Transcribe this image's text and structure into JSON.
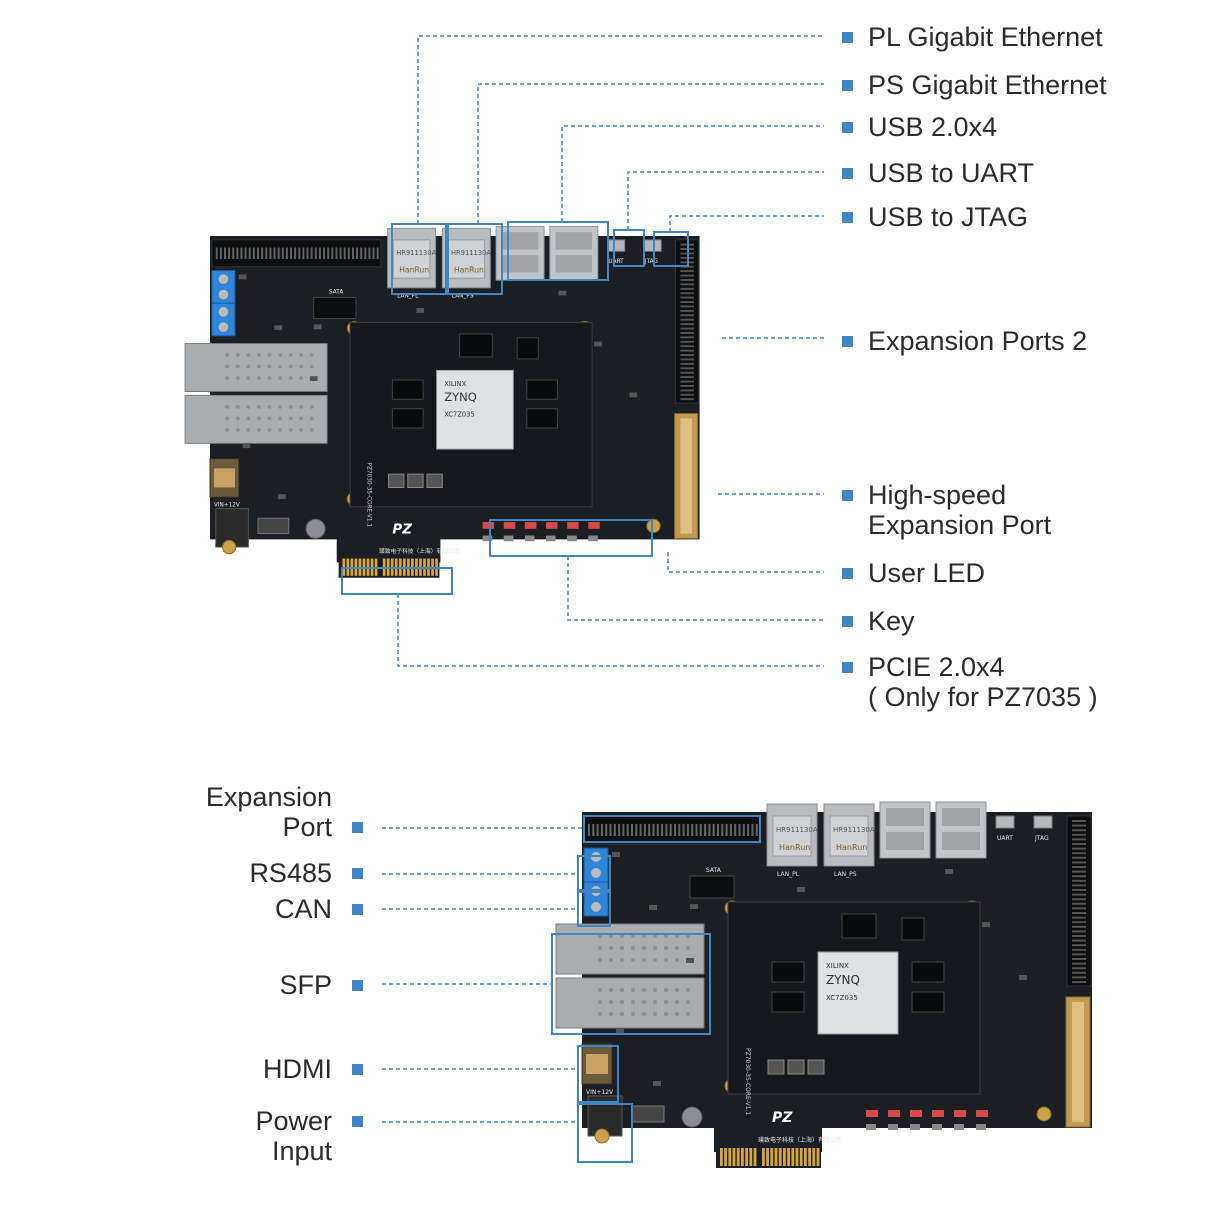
{
  "colors": {
    "accent": "#3f86c6",
    "pcb": "#1b1f24",
    "text": "#2b2b2b"
  },
  "top_labels": [
    {
      "id": "pl-eth",
      "lines": [
        "PL Gigabit Ethernet"
      ]
    },
    {
      "id": "ps-eth",
      "lines": [
        "PS Gigabit Ethernet"
      ]
    },
    {
      "id": "usb",
      "lines": [
        "USB 2.0x4"
      ]
    },
    {
      "id": "uart",
      "lines": [
        "USB to UART"
      ]
    },
    {
      "id": "jtag",
      "lines": [
        "USB to JTAG"
      ]
    },
    {
      "id": "exp2",
      "lines": [
        "Expansion Ports 2"
      ]
    },
    {
      "id": "hs-exp",
      "lines": [
        "High-speed",
        "Expansion Port"
      ]
    },
    {
      "id": "led",
      "lines": [
        "User LED"
      ]
    },
    {
      "id": "key",
      "lines": [
        "Key"
      ]
    },
    {
      "id": "pcie",
      "lines": [
        "PCIE 2.0x4",
        "( Only for PZ7035 )"
      ]
    }
  ],
  "bottom_labels": [
    {
      "id": "exp",
      "lines": [
        "Expansion",
        "Port"
      ]
    },
    {
      "id": "rs485",
      "lines": [
        "RS485"
      ]
    },
    {
      "id": "can",
      "lines": [
        "CAN"
      ]
    },
    {
      "id": "sfp",
      "lines": [
        "SFP"
      ]
    },
    {
      "id": "hdmi",
      "lines": [
        "HDMI"
      ]
    },
    {
      "id": "power",
      "lines": [
        "Power",
        "Input"
      ]
    }
  ],
  "board_silk": {
    "brand": "XILINX",
    "family": "ZYNQ",
    "part": "XC7Z035",
    "lan_pl": "LAN_PL",
    "lan_ps": "LAN_PS",
    "sata": "SATA",
    "uart": "UART",
    "jtag": "JTAG",
    "vin": "VIN+12V",
    "logo": "PZ",
    "maker": "璞致电子科技（上海）有限公司",
    "core": "PZ7030-35-CORE-V1.1",
    "rj45": "HR911130A",
    "rj45_brand": "HanRun"
  }
}
